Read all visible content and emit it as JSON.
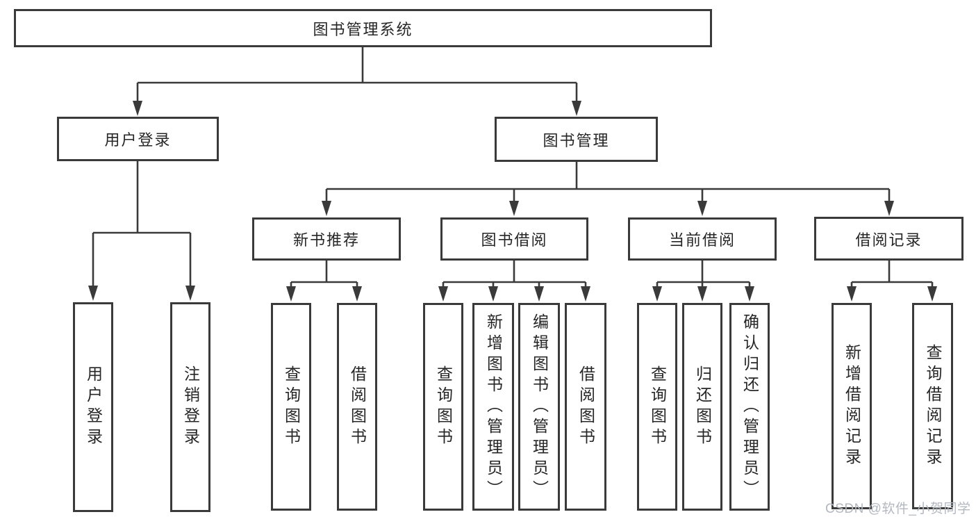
{
  "colors": {
    "line": "#3a3a3a",
    "box_border": "#3a3a3a",
    "text": "#262626",
    "watermark": "#b3b8c0",
    "background": "#ffffff"
  },
  "watermark": {
    "text": "CSDN @软件_小贺同学"
  },
  "diagram": {
    "root": {
      "label": "图书管理系统",
      "children": [
        {
          "label": "用户登录",
          "children": [
            {
              "label": "用户登录"
            },
            {
              "label": "注销登录"
            }
          ]
        },
        {
          "label": "图书管理",
          "children": [
            {
              "label": "新书推荐",
              "children": [
                {
                  "label": "查询图书"
                },
                {
                  "label": "借阅图书"
                }
              ]
            },
            {
              "label": "图书借阅",
              "children": [
                {
                  "label": "查询图书"
                },
                {
                  "label": "新增图书（管理员）"
                },
                {
                  "label": "编辑图书（管理员）"
                },
                {
                  "label": "借阅图书"
                }
              ]
            },
            {
              "label": "当前借阅",
              "children": [
                {
                  "label": "查询图书"
                },
                {
                  "label": "归还图书"
                },
                {
                  "label": "确认归还（管理员）"
                }
              ]
            },
            {
              "label": "借阅记录",
              "children": [
                {
                  "label": "新增借阅记录"
                },
                {
                  "label": "查询借阅记录"
                }
              ]
            }
          ]
        }
      ]
    }
  }
}
